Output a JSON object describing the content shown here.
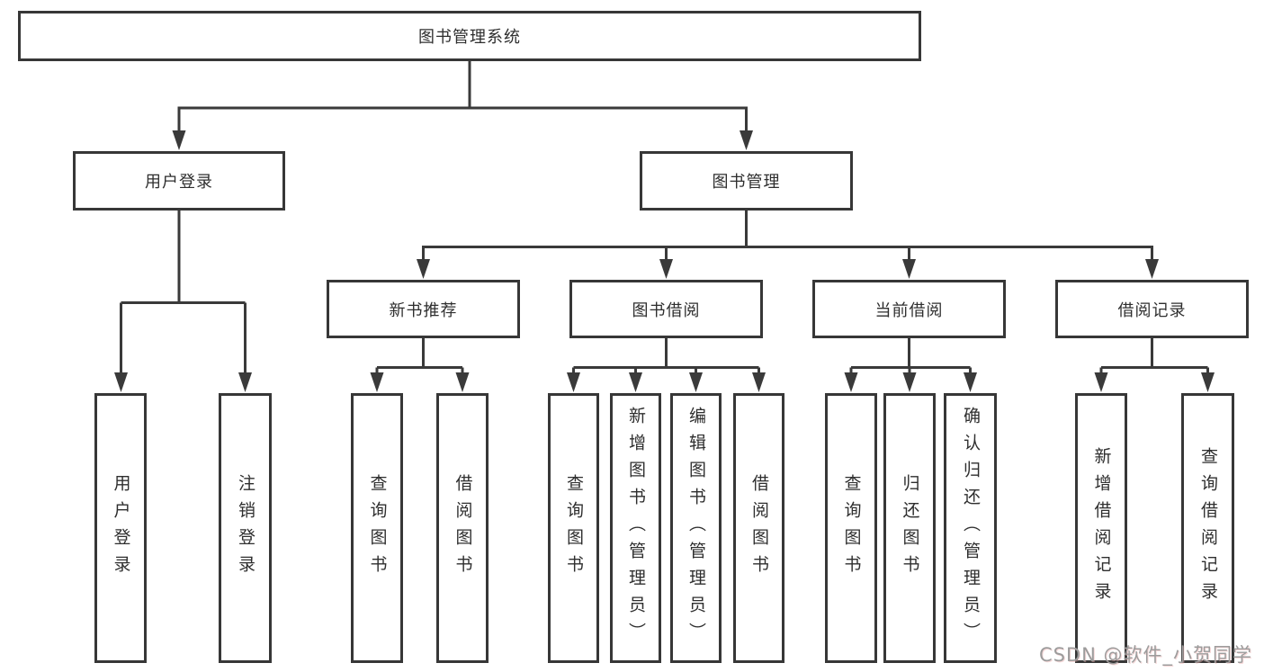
{
  "nodes": {
    "root": "图书管理系统",
    "user_login": "用户登录",
    "book_mgmt": "图书管理",
    "new_book_rec": "新书推荐",
    "book_borrowing": "图书借阅",
    "current_borrowing": "当前借阅",
    "borrowing_records": "借阅记录",
    "leaves_user_login": [
      "用户登录",
      "注销登录"
    ],
    "leaves_new_book_rec": [
      "查询图书",
      "借阅图书"
    ],
    "leaves_book_borrowing": [
      "查询图书",
      "新增图书（管理员）",
      "编辑图书（管理员）",
      "借阅图书"
    ],
    "leaves_current_borrowing": [
      "查询图书",
      "归还图书",
      "确认归还（管理员）"
    ],
    "leaves_borrowing_records": [
      "新增借阅记录",
      "查询借阅记录"
    ]
  },
  "watermark": "CSDN @软件_小贺同学",
  "colors": {
    "line": "#3a3a3a",
    "box_border": "#373737",
    "text": "#2e2e2e",
    "watermark_text": "#9c9c9c",
    "background": "#ffffff"
  }
}
